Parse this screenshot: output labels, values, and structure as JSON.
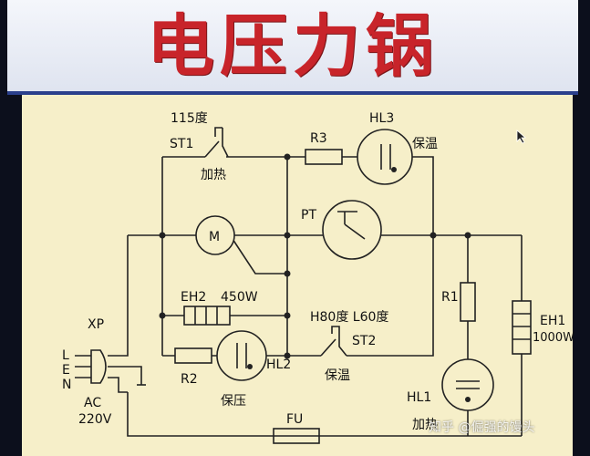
{
  "title": "电压力锅",
  "labels": {
    "st1_temp": "115度",
    "st1": "ST1",
    "st1_mode": "加热",
    "r3": "R3",
    "hl3": "HL3",
    "hl3_mode": "保温",
    "pt": "PT",
    "motor": "M",
    "eh2": "EH2",
    "eh2_power": "450W",
    "r1": "R1",
    "xp": "XP",
    "l": "L",
    "e": "E",
    "n": "N",
    "ac": "AC",
    "ac_voltage": "220V",
    "st2_temp": "H80度 L60度",
    "st2": "ST2",
    "st2_mode": "保温",
    "r2": "R2",
    "hl2": "HL2",
    "hl2_mode": "保压",
    "eh1": "EH1",
    "eh1_power": "1000W",
    "hl1": "HL1",
    "hl1_mode": "加热",
    "fu": "FU"
  },
  "watermark": "知乎 @倔强的馒头",
  "colors": {
    "title": "#c8242a",
    "background": "#f6efc9",
    "band": "#2a3f8c"
  }
}
